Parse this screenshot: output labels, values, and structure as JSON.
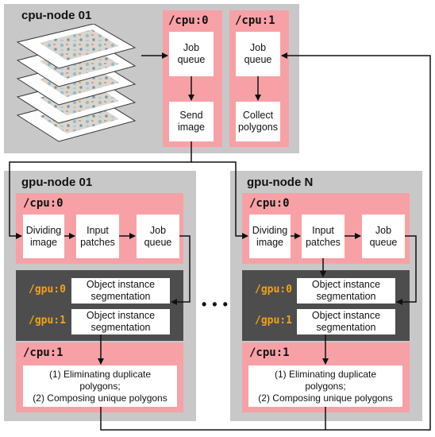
{
  "cpu_node": {
    "title": "cpu-node 01",
    "cpu0": {
      "label": "/cpu:0",
      "job_queue": "Job\nqueue",
      "send_image": "Send\nimage"
    },
    "cpu1": {
      "label": "/cpu:1",
      "job_queue": "Job\nqueue",
      "collect_polygons": "Collect\npolygons"
    }
  },
  "gpu_nodes": [
    {
      "title": "gpu-node 01",
      "cpu0": {
        "label": "/cpu:0",
        "dividing_image": "Dividing\nimage",
        "input_patches": "Input\npatches",
        "job_queue": "Job\nqueue"
      },
      "gpu0": {
        "label": "/gpu:0",
        "task": "Object instance\nsegmentation"
      },
      "gpu1": {
        "label": "/gpu:1",
        "task": "Object instance\nsegmentation"
      },
      "cpu1": {
        "label": "/cpu:1",
        "task": "(1) Eliminating duplicate\npolygons;\n(2) Composing unique polygons"
      }
    },
    {
      "title": "gpu-node N",
      "cpu0": {
        "label": "/cpu:0",
        "dividing_image": "Dividing\nimage",
        "input_patches": "Input\npatches",
        "job_queue": "Job\nqueue"
      },
      "gpu0": {
        "label": "/gpu:0",
        "task": "Object instance\nsegmentation"
      },
      "gpu1": {
        "label": "/gpu:1",
        "task": "Object instance\nsegmentation"
      },
      "cpu1": {
        "label": "/cpu:1",
        "task": "(1) Eliminating duplicate\npolygons;\n(2) Composing unique polygons"
      }
    }
  ],
  "ellipsis": "• • •",
  "colors": {
    "node_bg": "#c8c8c8",
    "cpu_bg": "#f7a1a6",
    "gpu_bg": "#4d4d4d",
    "gpu_label": "#f2a11a",
    "box_bg": "#ffffff"
  }
}
